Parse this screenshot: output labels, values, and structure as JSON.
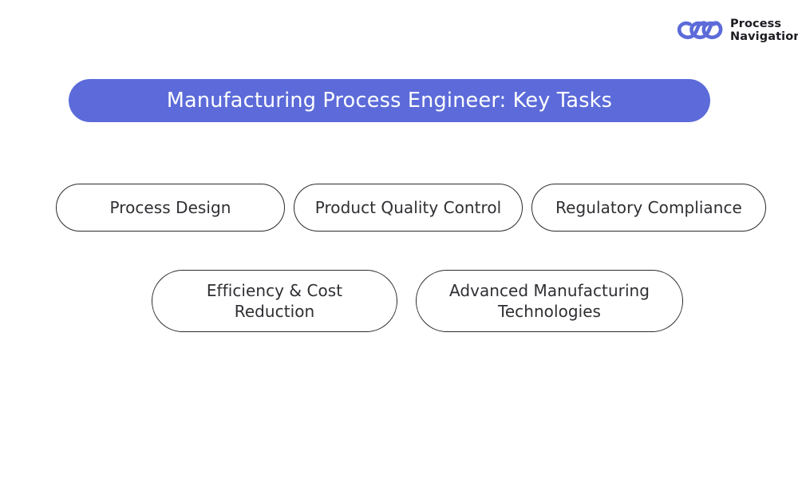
{
  "brand": {
    "logo_icon": "chain-loops-logo-icon",
    "logo_color": "#5c6bd9",
    "name_line1": "Process",
    "name_line2": "Navigation"
  },
  "header": {
    "title": "Manufacturing Process Engineer: Key Tasks",
    "banner_color": "#5c6bd9",
    "title_color": "#ffffff"
  },
  "tasks": {
    "border_color": "#2b2b2b",
    "text_color": "#2f2f33",
    "row1": [
      {
        "label": "Process Design"
      },
      {
        "label": "Product Quality Control"
      },
      {
        "label": "Regulatory Compliance"
      }
    ],
    "row2": [
      {
        "label": "Efficiency & Cost Reduction"
      },
      {
        "label": "Advanced Manufacturing Technologies"
      }
    ]
  },
  "canvas": {
    "background": "#ffffff"
  }
}
